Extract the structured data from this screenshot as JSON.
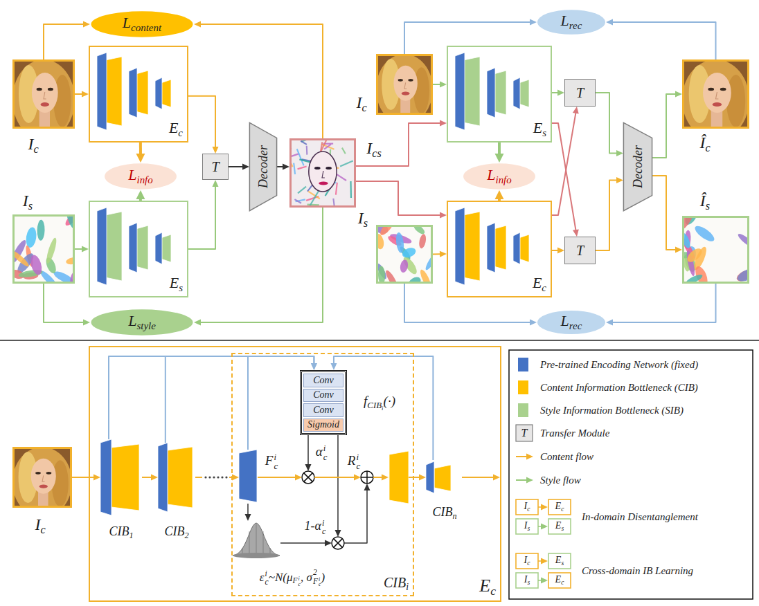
{
  "diagram": {
    "nodes": [
      {
        "text": [
          "L",
          "content"
        ]
      },
      {
        "text": [
          "I",
          "c"
        ]
      },
      {
        "text": [
          "E",
          "c"
        ]
      },
      {
        "text": [
          "L",
          "info"
        ]
      },
      {
        "text": [
          "I",
          "s"
        ]
      },
      {
        "text": [
          "E",
          "s"
        ]
      },
      {
        "text": [
          "L",
          "style"
        ]
      },
      {
        "text": [
          "T"
        ]
      },
      {
        "text": [
          "Decoder"
        ]
      },
      {
        "text": [
          "I",
          "cs"
        ]
      },
      {
        "text": [
          "L",
          "rec"
        ]
      },
      {
        "text": [
          "I",
          "c"
        ]
      },
      {
        "text": [
          "E",
          "s"
        ]
      },
      {
        "text": [
          "T"
        ]
      },
      {
        "text": [
          "L",
          "info"
        ]
      },
      {
        "text": [
          "I",
          "s"
        ]
      },
      {
        "text": [
          "E",
          "c"
        ]
      },
      {
        "text": [
          "T"
        ]
      },
      {
        "text": [
          "Decoder"
        ]
      },
      {
        "text": [
          "Î",
          "c"
        ]
      },
      {
        "text": [
          "Î",
          "s"
        ]
      },
      {
        "text": [
          "L",
          "rec"
        ]
      },
      {
        "text": [
          "I",
          "c"
        ]
      },
      {
        "text": [
          "E",
          "c"
        ]
      },
      {
        "text": [
          "CIB",
          "1"
        ],
        "in": 23
      },
      {
        "text": [
          "CIB",
          "2"
        ],
        "in": 23
      },
      {
        "text": [
          "CIB",
          "i"
        ],
        "in": 23
      },
      {
        "text": [
          "Conv",
          "Conv",
          "Conv",
          "Sigmoid"
        ],
        "in": 26
      },
      {
        "text": [
          "CIB",
          "n"
        ],
        "in": 23
      }
    ],
    "edges": [
      {
        "from": 1,
        "to": 0,
        "arrow": "to"
      },
      {
        "from": 1,
        "to": 2,
        "arrow": "to"
      },
      {
        "from": 2,
        "to": 7,
        "arrow": "to"
      },
      {
        "from": 2,
        "to": 3,
        "arrow": "to"
      },
      {
        "from": 4,
        "to": 5,
        "arrow": "to"
      },
      {
        "from": 5,
        "to": 7,
        "arrow": "to"
      },
      {
        "from": 5,
        "to": 3,
        "arrow": "to"
      },
      {
        "from": 4,
        "to": 6,
        "arrow": "to"
      },
      {
        "from": 7,
        "to": 8,
        "arrow": "to"
      },
      {
        "from": 8,
        "to": 9,
        "arrow": "to"
      },
      {
        "from": 9,
        "to": 0,
        "arrow": "to"
      },
      {
        "from": 9,
        "to": 6,
        "arrow": "to"
      },
      {
        "from": 9,
        "to": 12,
        "arrow": "to"
      },
      {
        "from": 9,
        "to": 16,
        "arrow": "to"
      },
      {
        "from": 11,
        "to": 12,
        "arrow": "to"
      },
      {
        "from": 15,
        "to": 16,
        "arrow": "to"
      },
      {
        "from": 12,
        "to": 13,
        "arrow": "to"
      },
      {
        "from": 16,
        "to": 17,
        "arrow": "to"
      },
      {
        "from": 12,
        "to": 17,
        "arrow": "to"
      },
      {
        "from": 16,
        "to": 13,
        "arrow": "to"
      },
      {
        "from": 12,
        "to": 14,
        "arrow": "to"
      },
      {
        "from": 16,
        "to": 14,
        "arrow": "to"
      },
      {
        "from": 13,
        "to": 18,
        "arrow": "to"
      },
      {
        "from": 17,
        "to": 18,
        "arrow": "to"
      },
      {
        "from": 18,
        "to": 19,
        "arrow": "to"
      },
      {
        "from": 18,
        "to": 20,
        "arrow": "to"
      },
      {
        "from": 11,
        "to": 10,
        "arrow": "to"
      },
      {
        "from": 19,
        "to": 10,
        "arrow": "to"
      },
      {
        "from": 15,
        "to": 21,
        "arrow": "to"
      },
      {
        "from": 20,
        "to": 21,
        "arrow": "to"
      },
      {
        "from": 22,
        "to": 24,
        "arrow": "to"
      },
      {
        "from": 24,
        "to": 25,
        "arrow": "to"
      },
      {
        "from": 26,
        "to": 28,
        "arrow": "to"
      },
      {
        "from": 24,
        "to": 27,
        "arrow": "to"
      },
      {
        "from": 25,
        "to": 27,
        "arrow": "to"
      },
      {
        "from": 28,
        "to": 27,
        "arrow": "to"
      }
    ],
    "labels": [
      "F",
      "i",
      "c",
      "α",
      "i",
      "c",
      "R",
      "i",
      "c",
      "1-α",
      "i",
      "c",
      "ε",
      "i",
      "c",
      "~N(μ",
      "F",
      "i",
      "c",
      ", σ",
      "2",
      "F",
      "i",
      "c",
      ")",
      "f",
      "CIB",
      "i",
      "(·)",
      "T",
      "I",
      "c",
      "E",
      "c",
      "I",
      "s",
      "E",
      "s",
      "I",
      "c",
      "E",
      "s",
      "I",
      "s",
      "E",
      "c"
    ],
    "legend": [
      {
        "text": "Pre-trained Encoding Network (fixed)",
        "color": "#4472C4"
      },
      {
        "text": "Content Information Bottleneck (CIB)",
        "color": "#FFC000"
      },
      {
        "text": "Style Information Bottleneck (SIB)",
        "color": "#A9D18E"
      },
      {
        "text": "Transfer Module"
      },
      {
        "text": "Content flow"
      },
      {
        "text": "Style flow"
      },
      {
        "text": "In-domain Disentanglement"
      },
      {
        "text": "Cross-domain IB Learning"
      }
    ]
  }
}
